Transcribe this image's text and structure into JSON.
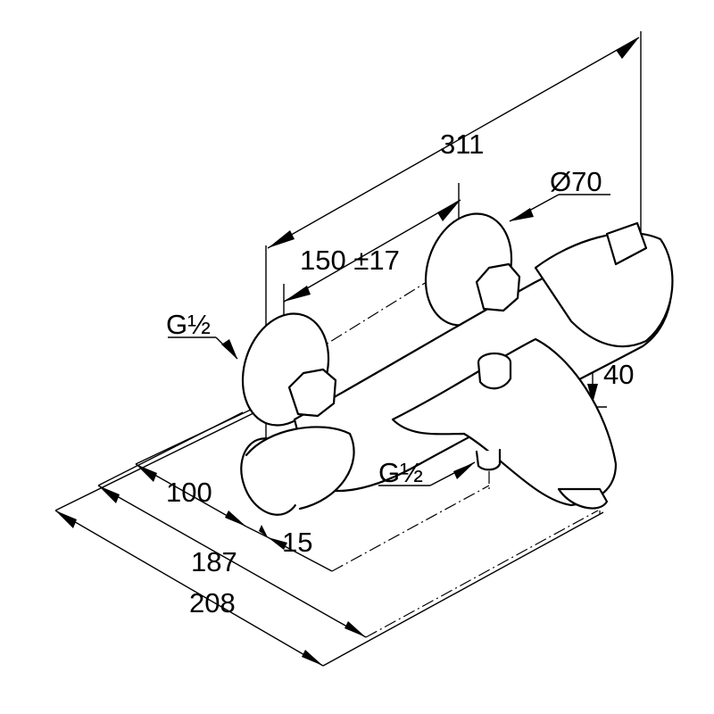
{
  "dimensions": {
    "overall_length": "311",
    "rosette_diameter": "Ø70",
    "center_distance": "150 ±17",
    "thread_left": "G½",
    "thread_outlet": "G½",
    "spout_height": "40",
    "depth_100": "100",
    "offset_15": "15",
    "depth_187": "187",
    "depth_208": "208"
  }
}
